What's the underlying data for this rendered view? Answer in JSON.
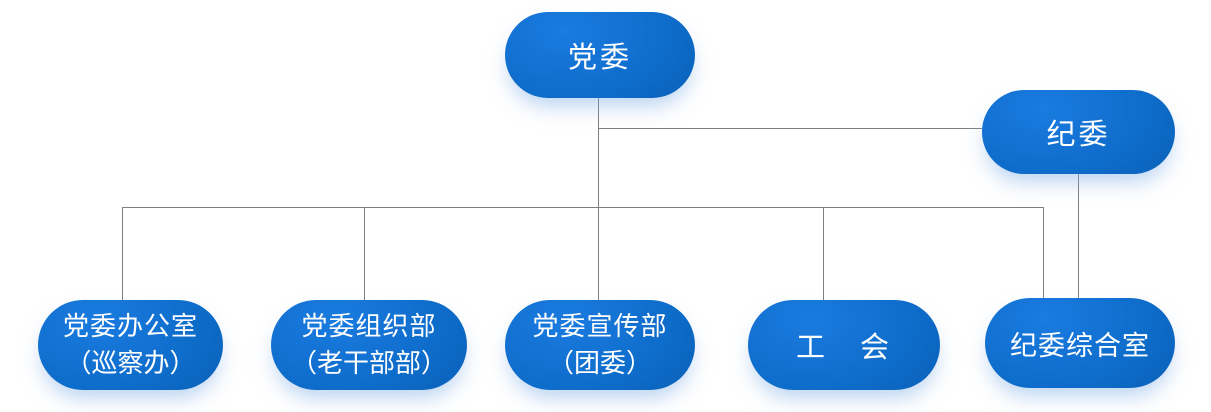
{
  "diagram": {
    "type": "org-chart",
    "colors": {
      "node_gradient_light": "#1a7be0",
      "node_gradient_mid": "#0e6cca",
      "node_gradient_dark": "#0857a8",
      "node_text": "#ffffff",
      "connector_line": "#7f7f7f",
      "node_glow": "rgba(120,170,230,0.5)",
      "background": "#ffffff"
    },
    "nodes": {
      "dangwei": {
        "label": "党委",
        "parent": null,
        "level": "top"
      },
      "jiwei": {
        "label": "纪委",
        "parent": "党委",
        "level": "middle"
      },
      "bangongshi": {
        "line1": "党委办公室",
        "line2": "（巡察办）",
        "parent": "党委",
        "level": "bottom"
      },
      "zuzhibu": {
        "line1": "党委组织部",
        "line2": "（老干部部）",
        "parent": "党委",
        "level": "bottom"
      },
      "xuanchuanbu": {
        "line1": "党委宣传部",
        "line2": "（团委）",
        "parent": "党委",
        "level": "bottom"
      },
      "gonghui": {
        "label": "工　会",
        "parent": "党委",
        "level": "bottom"
      },
      "zongheshi": {
        "label": "纪委综合室",
        "parent": "党委、纪委",
        "level": "bottom"
      }
    }
  }
}
